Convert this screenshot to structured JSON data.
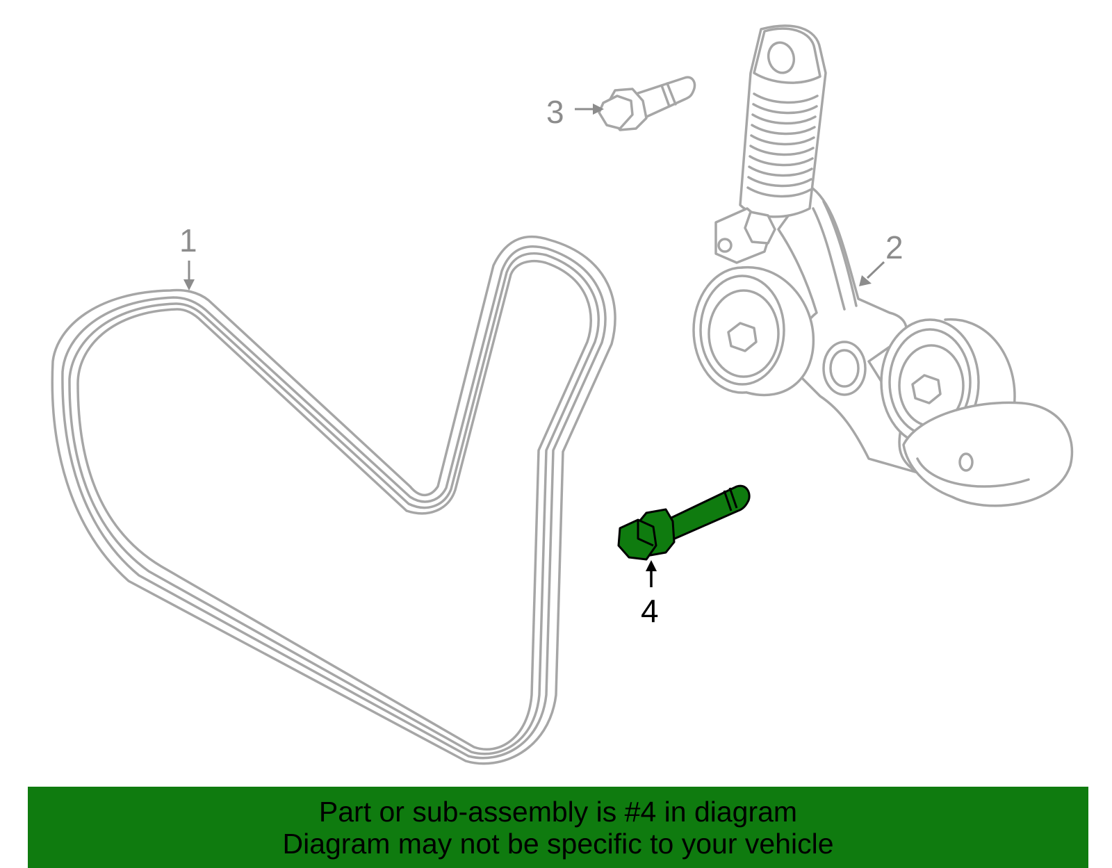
{
  "colors": {
    "banner_background": "#0f7b0f",
    "highlight_part": "#0f7b0f",
    "ghost_part_stroke": "#a6a6a6",
    "callout_ghost": "#8c8c8c",
    "callout_active": "#000000"
  },
  "callouts": {
    "belt": "1",
    "tensioner": "2",
    "tensioner_bolt": "3",
    "highlighted_bolt": "4"
  },
  "highlighted_callout": "4",
  "banner": {
    "line1": "Part or sub-assembly is #4 in diagram",
    "line2": "Diagram may not be specific to your vehicle"
  }
}
